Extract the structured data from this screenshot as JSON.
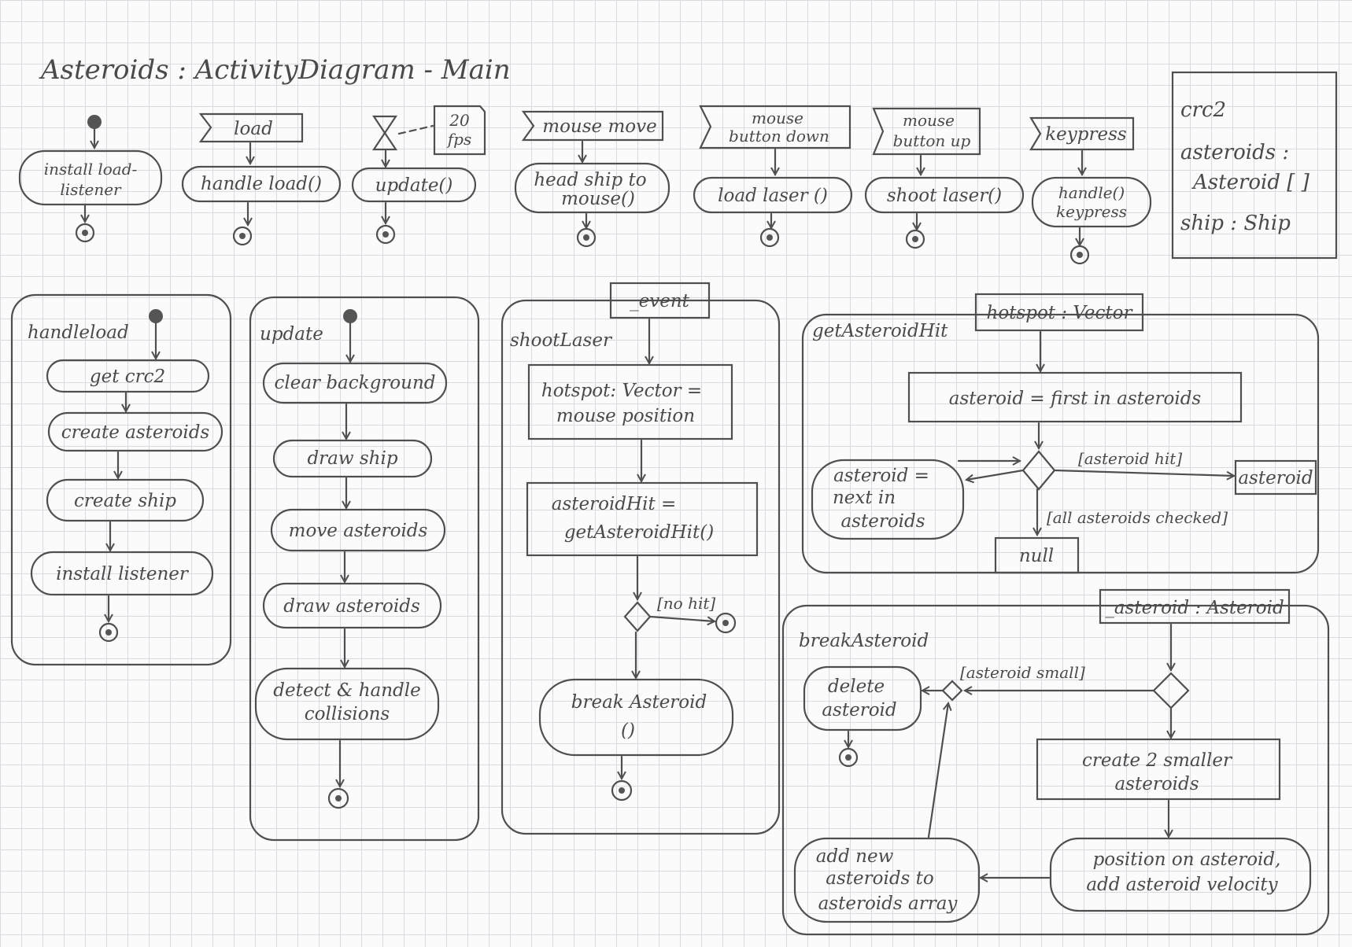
{
  "title": "Asteroids : ActivityDiagram - Main",
  "events": {
    "load_signal": "load",
    "load_action": "handle load()",
    "timer_note_1": "20",
    "timer_note_2": "fps",
    "update_action": "update()",
    "mousemove_signal": "mouse move",
    "mousemove_action_1": "head ship to",
    "mousemove_action_2": "mouse()",
    "mousedown_signal_1": "mouse",
    "mousedown_signal_2": "button down",
    "mousedown_action": "load laser ()",
    "mouseup_signal_1": "mouse",
    "mouseup_signal_2": "button up",
    "mouseup_action": "shoot laser()",
    "keypress_signal": "keypress",
    "keypress_action_1": "handle()",
    "keypress_action_2": "keypress",
    "init_action_1": "install load-",
    "init_action_2": "listener"
  },
  "globals": {
    "line1": "crc2",
    "line2": "asteroids :",
    "line3": "Asteroid [ ]",
    "line4": "ship : Ship"
  },
  "handleload": {
    "name": "handleload",
    "steps": [
      "get crc2",
      "create asteroids",
      "create ship",
      "install listener"
    ]
  },
  "update": {
    "name": "update",
    "steps": [
      "clear background",
      "draw ship",
      "move asteroids",
      "draw asteroids"
    ],
    "last_1": "detect & handle",
    "last_2": "collisions"
  },
  "shootlaser": {
    "name": "shootLaser",
    "param": "_event",
    "step1_1": "hotspot: Vector =",
    "step1_2": "mouse position",
    "step2_1": "asteroidHit =",
    "step2_2": "getAsteroidHit()",
    "guard": "[no hit]",
    "step3_1": "break Asteroid",
    "step3_2": "()"
  },
  "getasteroidhit": {
    "name": "getAsteroidHit",
    "param": "hotspot : Vector",
    "step1": "asteroid = first in asteroids",
    "guard_hit": "[asteroid hit]",
    "out_hit": "asteroid",
    "loop_1": "asteroid =",
    "loop_2": "next in",
    "loop_3": "asteroids",
    "guard_done": "[all asteroids checked]",
    "out_null": "null"
  },
  "breakasteroid": {
    "name": "breakAsteroid",
    "param": "_asteroid : Asteroid",
    "guard_small": "[asteroid small]",
    "delete_1": "delete",
    "delete_2": "asteroid",
    "create_1": "create 2 smaller",
    "create_2": "asteroids",
    "position_1": "position on asteroid,",
    "position_2": "add asteroid velocity",
    "add_1": "add new",
    "add_2": "asteroids to",
    "add_3": "asteroids array"
  }
}
